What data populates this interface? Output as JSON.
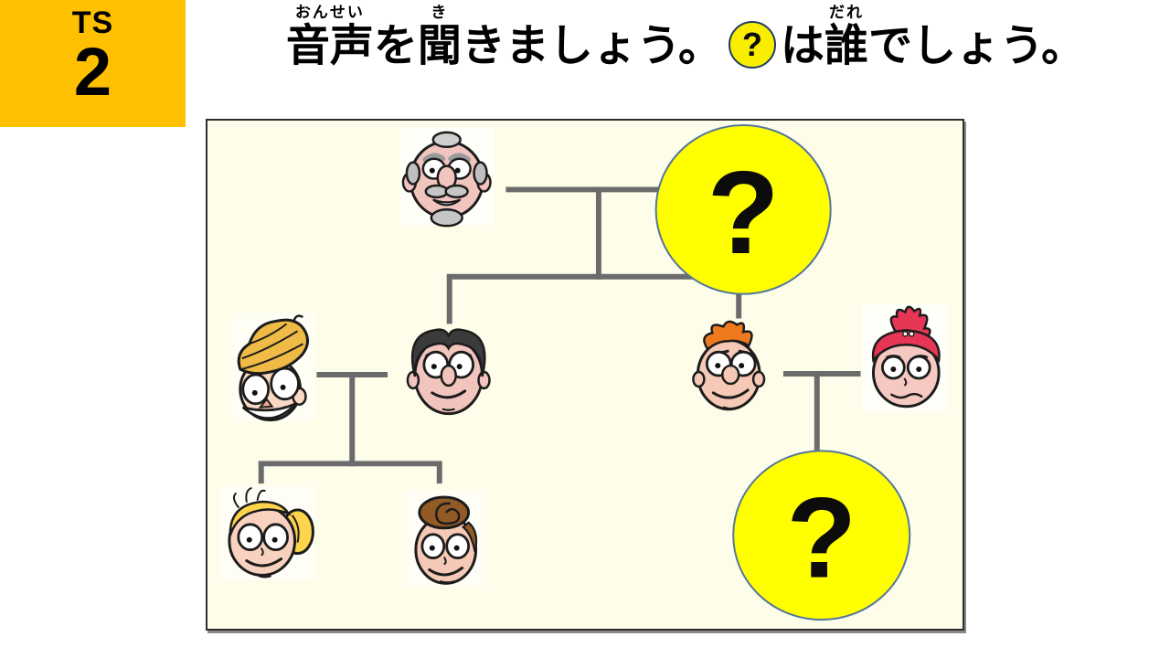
{
  "badge": {
    "top": "TS",
    "number": "2"
  },
  "title": {
    "seg1_base": "音声",
    "seg1_ruby": "おんせい",
    "seg2": "を",
    "seg3_base": "聞",
    "seg3_ruby": "き",
    "seg4": "きましょう。",
    "qmark": "?",
    "seg5": "は",
    "seg6_base": "誰",
    "seg6_ruby": "だれ",
    "seg7": "でしょう。"
  },
  "diagram": {
    "unknown1_label": "?",
    "unknown2_label": "?",
    "faces": [
      "grandfather",
      "grandmother-unknown",
      "mother",
      "father",
      "uncle",
      "aunt",
      "daughter",
      "son",
      "cousin-unknown"
    ]
  },
  "colors": {
    "badge": "#FFC000",
    "panel_bg": "#FDFDE9",
    "tree_line": "#6B6B6B",
    "unknown_circle_fill": "#FFFF00",
    "unknown_circle_border": "#54769B",
    "inline_circle_fill": "#FAEE00",
    "inline_circle_border": "#1F3B66"
  }
}
